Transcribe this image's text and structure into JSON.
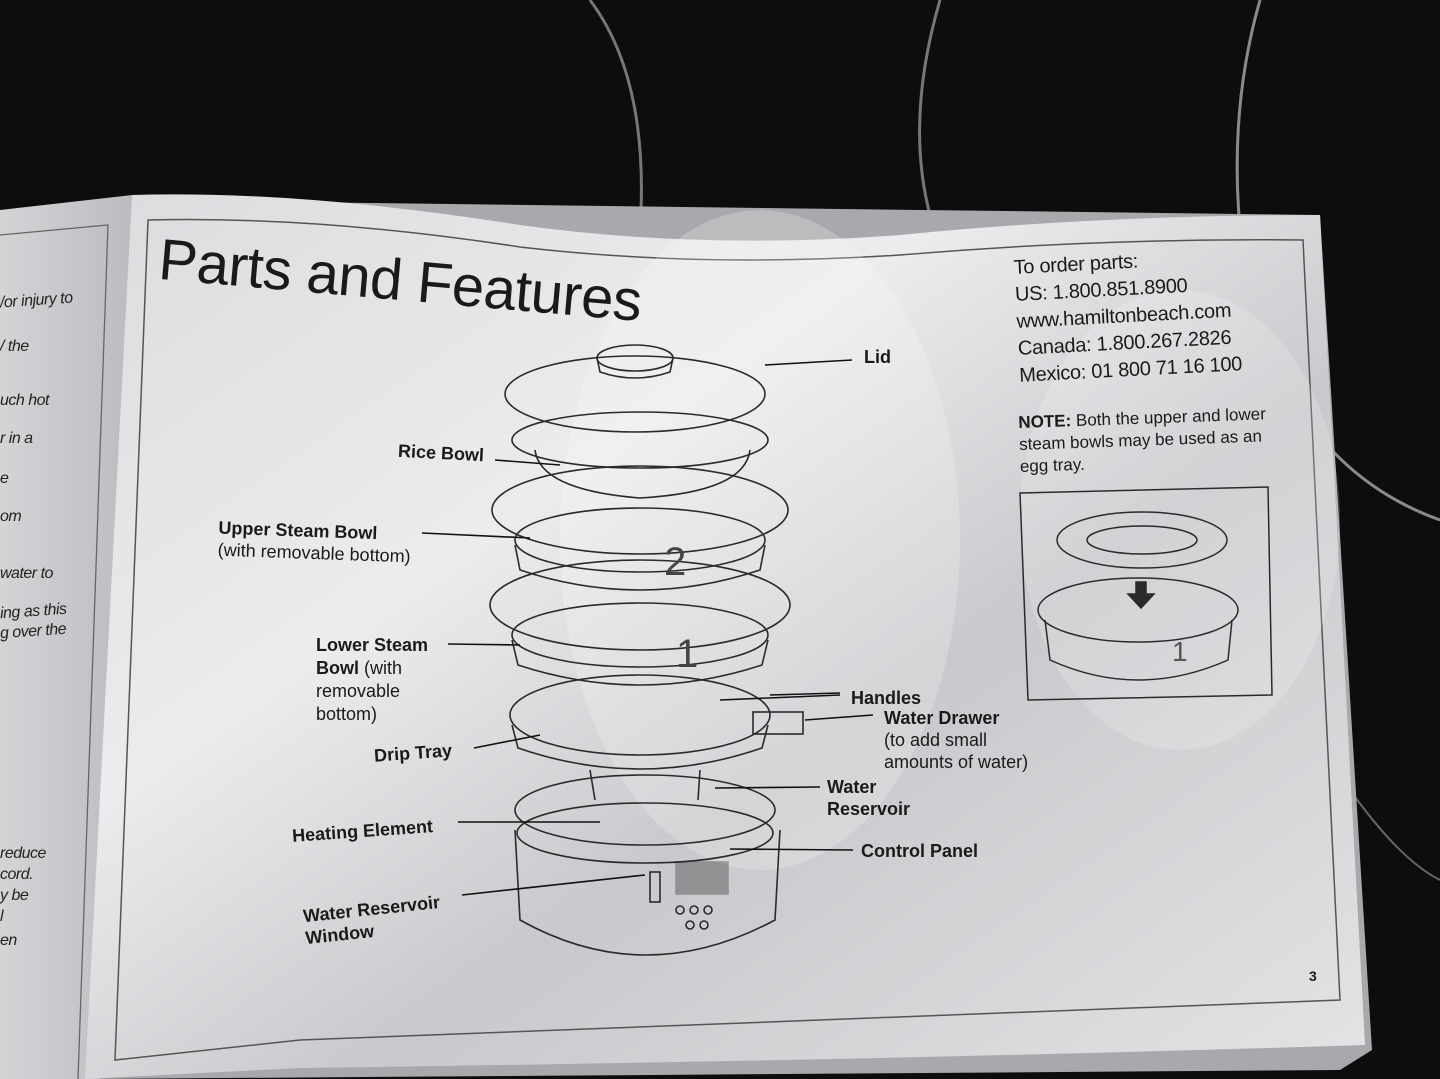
{
  "page": {
    "title": "Parts and Features",
    "page_number": "3"
  },
  "left_page_fragments": [
    "/or injury to",
    "/ the",
    "uch hot",
    "r in a",
    "e",
    "om",
    "water to",
    "ing as this",
    "g over the",
    "reduce",
    "cord.",
    "y be",
    "l",
    "en"
  ],
  "order_parts": {
    "heading": "To order parts:",
    "us": "US: 1.800.851.8900",
    "website": "www.hamiltonbeach.com",
    "canada": "Canada: 1.800.267.2826",
    "mexico": "Mexico: 01 800 71 16 100"
  },
  "note": {
    "label": "NOTE:",
    "text": "Both the upper and lower steam bowls may be used as an egg tray."
  },
  "parts": {
    "lid": "Lid",
    "rice_bowl": "Rice Bowl",
    "upper_steam_bowl": "Upper Steam Bowl",
    "upper_steam_bowl_note": "(with removable bottom)",
    "lower_steam_bowl_line1": "Lower Steam",
    "lower_steam_bowl_line2": "Bowl",
    "lower_steam_bowl_note1": "(with",
    "lower_steam_bowl_note2": "removable",
    "lower_steam_bowl_note3": "bottom)",
    "handles": "Handles",
    "water_drawer": "Water Drawer",
    "water_drawer_note1": "(to add small",
    "water_drawer_note2": "amounts of water)",
    "drip_tray": "Drip Tray",
    "water_reservoir_line1": "Water",
    "water_reservoir_line2": "Reservoir",
    "heating_element": "Heating Element",
    "control_panel": "Control Panel",
    "water_reservoir_window_line1": "Water Reservoir",
    "water_reservoir_window_line2": "Window"
  },
  "diagram_numbers": {
    "upper": "2",
    "lower": "1",
    "inset": "1"
  },
  "colors": {
    "paper": "#e9e9ea",
    "paper_shadow": "#b9b9bc",
    "ink": "#1a1a1a",
    "stove": "#0c0c0d"
  }
}
